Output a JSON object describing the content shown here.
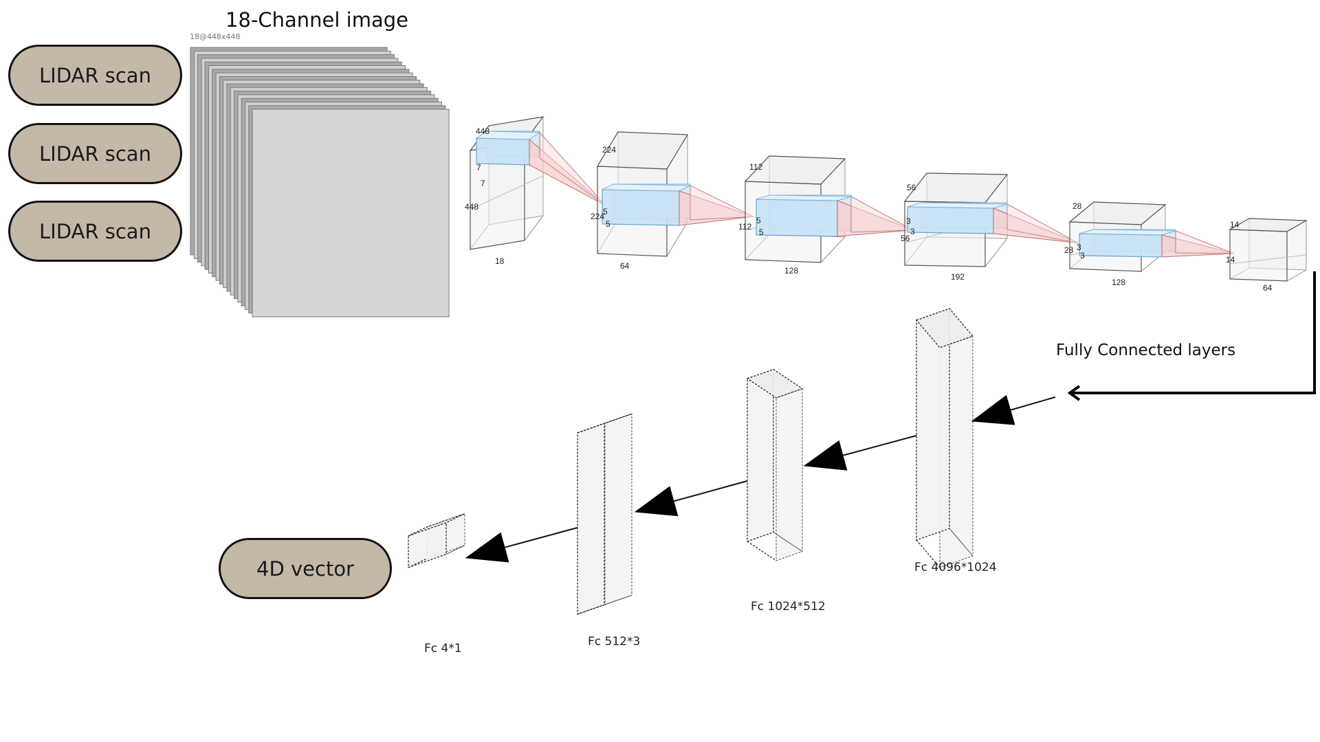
{
  "input_scans": [
    "LIDAR scan",
    "LIDAR scan",
    "LIDAR scan"
  ],
  "image_stack": {
    "title": "18-Channel image",
    "subtitle": "18@448x448"
  },
  "conv_layers": [
    {
      "width_label": "448",
      "height_label": "448",
      "depth_label": "18",
      "kernel_a": "7",
      "kernel_b": "7"
    },
    {
      "width_label": "224",
      "height_label": "224",
      "depth_label": "64",
      "kernel_a": "5",
      "kernel_b": "5"
    },
    {
      "width_label": "112",
      "height_label": "112",
      "depth_label": "128",
      "kernel_a": "5",
      "kernel_b": "5"
    },
    {
      "width_label": "56",
      "height_label": "56",
      "depth_label": "192",
      "kernel_a": "3",
      "kernel_b": "3"
    },
    {
      "width_label": "28",
      "height_label": "28",
      "depth_label": "128",
      "kernel_a": "3",
      "kernel_b": "3"
    },
    {
      "width_label": "14",
      "height_label": "14",
      "depth_label": "64"
    }
  ],
  "fc_section_title": "Fully Connected layers",
  "fc_layers": [
    "Fc 4096*1024",
    "Fc 1024*512",
    "Fc 512*3",
    "Fc 4*1"
  ],
  "output_label": "4D vector",
  "colors": {
    "pill_fill": "#c4b8a8",
    "kernel_fill": "#cfe4f5",
    "cone_fill": "#f7dcdc",
    "box_fill": "#f2f2f2"
  }
}
